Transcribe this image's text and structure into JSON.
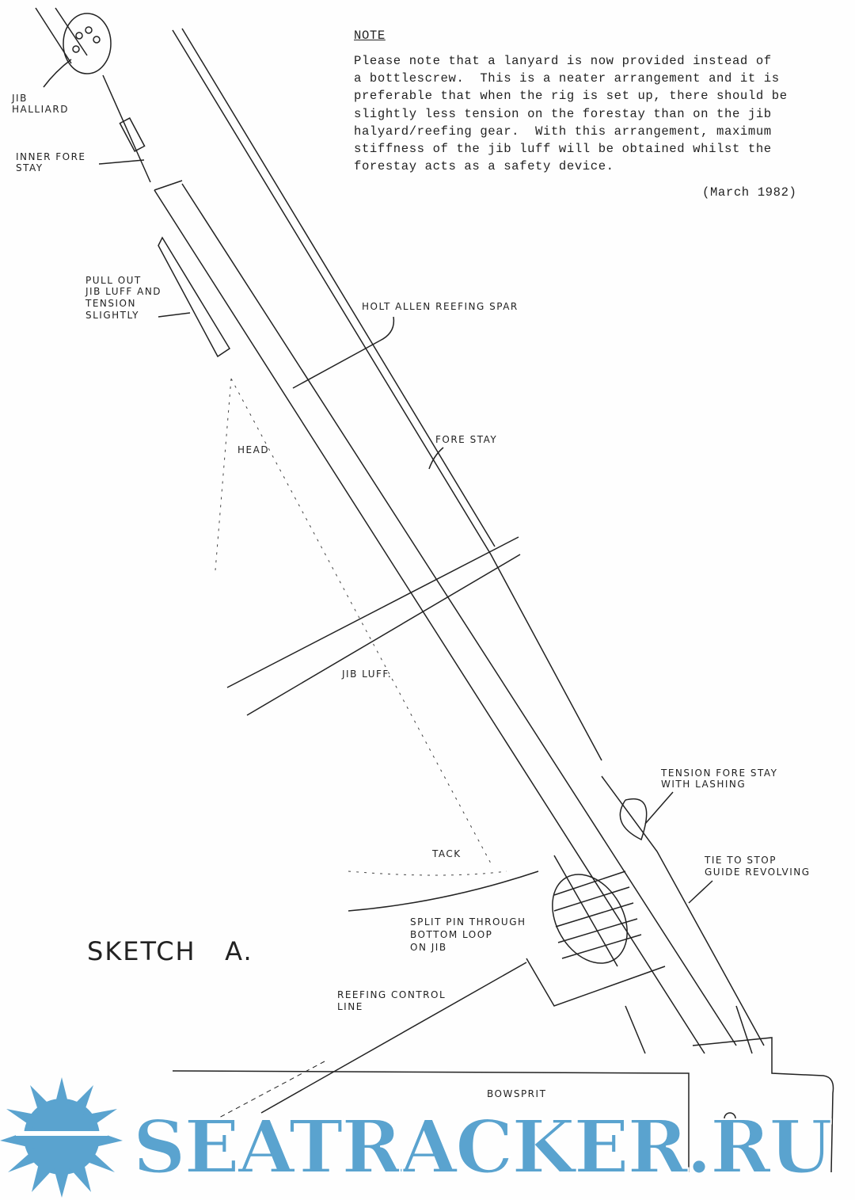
{
  "note": {
    "title": "NOTE",
    "lines": [
      "Please note that a lanyard is now provided instead of",
      "a bottlescrew.  This is a neater arrangement and it is",
      "preferable that when the rig is set up, there should be",
      "slightly less tension on the forestay than on the jib",
      "halyard/reefing gear.  With this arrangement, maximum",
      "stiffness of the jib luff will be obtained whilst the",
      "forestay acts as a safety device."
    ],
    "date": "(March 1982)"
  },
  "labels": {
    "jib_halliard": [
      "JIB",
      "HALLIARD"
    ],
    "inner_fore_stay": [
      "INNER  FORE",
      "STAY"
    ],
    "pull_out": [
      "PULL OUT",
      "JIB LUFF AND",
      "TENSION",
      "SLIGHTLY"
    ],
    "reefing_spar": "HOLT ALLEN REEFING SPAR",
    "fore_stay": "FORE STAY",
    "head": "HEAD",
    "jib_luff": "JIB LUFF.",
    "tension_fore_stay": [
      "TENSION FORE STAY",
      "WITH LASHING"
    ],
    "tie_to_stop": [
      "TIE TO STOP",
      "GUIDE REVOLVING"
    ],
    "tack": "TACK",
    "split_pin": [
      "SPLIT PIN THROUGH",
      "BOTTOM LOOP",
      "ON JIB"
    ],
    "sketch": "SKETCH   A.",
    "reefing_control": [
      "REEFING  CONTROL",
      "LINE"
    ],
    "bowsprit": "BOWSPRIT"
  },
  "watermark": {
    "text": "SEATRACKER.RU",
    "color": "#5aa3cf"
  }
}
